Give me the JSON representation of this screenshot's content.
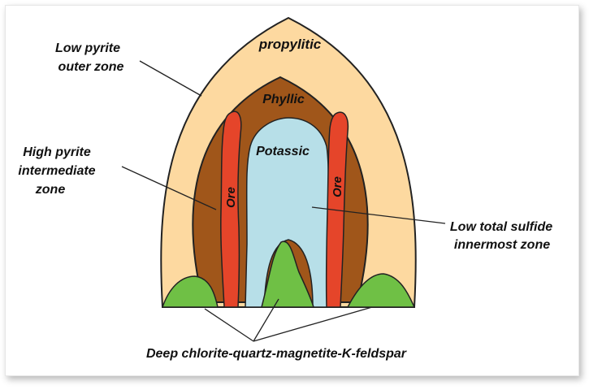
{
  "zones": {
    "propylitic": "propylitic",
    "phyllic": "Phyllic",
    "potassic": "Potassic",
    "ore": "Ore"
  },
  "callouts": {
    "outer_line1": "Low pyrite",
    "outer_line2": "outer zone",
    "intermediate_line1": "High pyrite",
    "intermediate_line2": "intermediate",
    "intermediate_line3": "zone",
    "inner_line1": "Low total sulfide",
    "inner_line2": "innermost zone",
    "deep": "Deep chlorite-quartz-magnetite-K-feldspar"
  },
  "colors": {
    "propylitic": "#fdd9a0",
    "phyllic": "#a0561a",
    "potassic": "#b7dfe8",
    "ore": "#e5452a",
    "chlorite": "#6fc045",
    "outline": "#222222"
  }
}
